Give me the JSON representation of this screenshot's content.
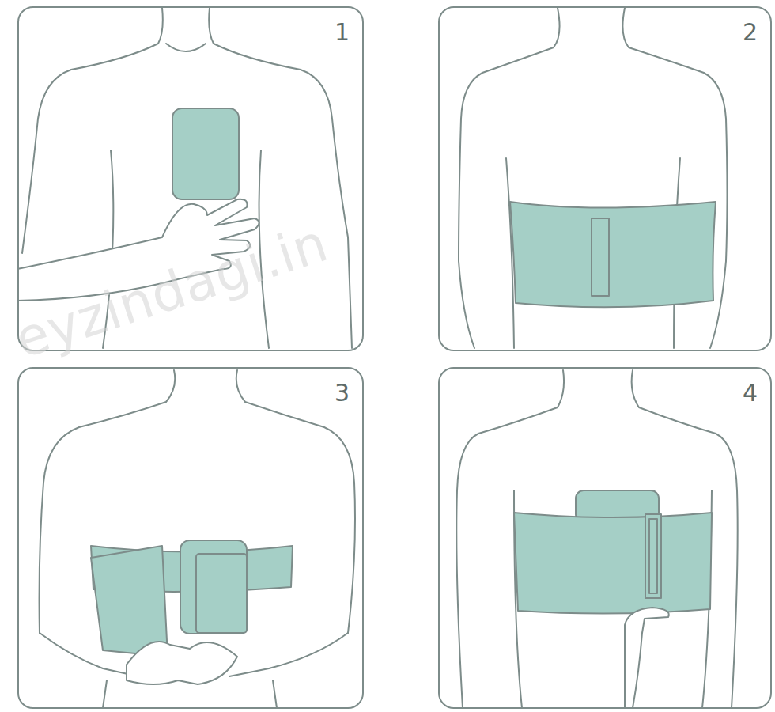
{
  "diagram": {
    "nodes": [
      {
        "text": [
          "1"
        ]
      },
      {
        "text": [
          "2"
        ]
      },
      {
        "text": [
          "3"
        ]
      },
      {
        "text": [
          "4"
        ]
      }
    ],
    "labels": [
      "eyzindagi.in"
    ]
  }
}
